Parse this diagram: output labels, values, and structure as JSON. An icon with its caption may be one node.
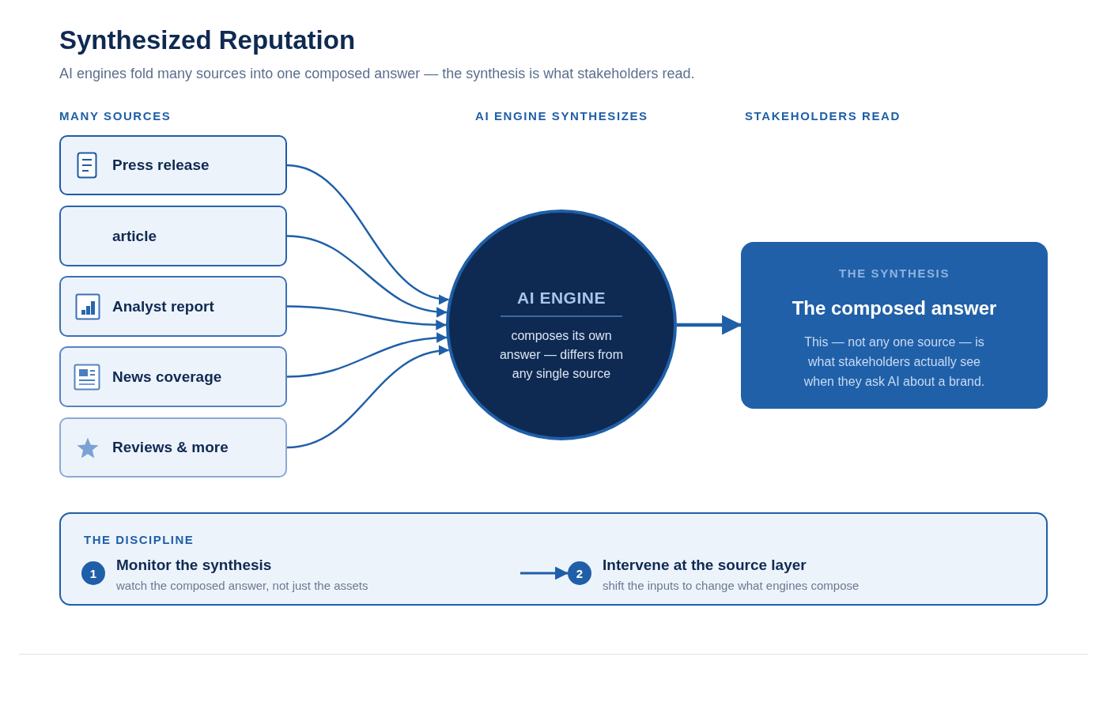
{
  "diagram": {
    "title": "Synthesized Reputation",
    "caption": "AI engines fold many sources into one composed answer — the synthesis is what stakeholders read.",
    "nodes": [
      {
        "text": [
          "Press release"
        ]
      },
      {
        "text": [
          "article"
        ]
      },
      {
        "text": [
          "Analyst report"
        ]
      },
      {
        "text": [
          "News coverage"
        ]
      },
      {
        "text": [
          "Reviews & more"
        ]
      },
      {
        "text": [
          "AI ENGINE",
          "composes its own answer — differs from any single source"
        ]
      },
      {
        "text": [
          "THE SYNTHESIS",
          "The composed answer",
          "This — not any one source — is what stakeholders actually see when they ask AI about a brand."
        ]
      },
      {
        "text": [
          "THE DISCIPLINE"
        ]
      },
      {
        "text": [
          "1",
          "Monitor the synthesis",
          "watch the composed answer, not just the assets"
        ],
        "in": 7
      },
      {
        "text": [
          "2",
          "Intervene at the source layer",
          "shift the inputs to change what engines compose"
        ],
        "in": 7
      }
    ],
    "edges": [
      {
        "from": 0,
        "to": 5,
        "arrow": "to"
      },
      {
        "from": 1,
        "to": 5,
        "arrow": "to"
      },
      {
        "from": 2,
        "to": 5,
        "arrow": "to"
      },
      {
        "from": 3,
        "to": 5,
        "arrow": "to"
      },
      {
        "from": 4,
        "to": 5,
        "arrow": "to"
      },
      {
        "from": 5,
        "to": 6,
        "arrow": "to",
        "style": "thick"
      },
      {
        "from": null,
        "to": 9,
        "arrow": "to"
      }
    ],
    "labels": [
      "MANY SOURCES",
      "AI ENGINE SYNTHESIZES",
      "STAKEHOLDERS READ"
    ]
  }
}
